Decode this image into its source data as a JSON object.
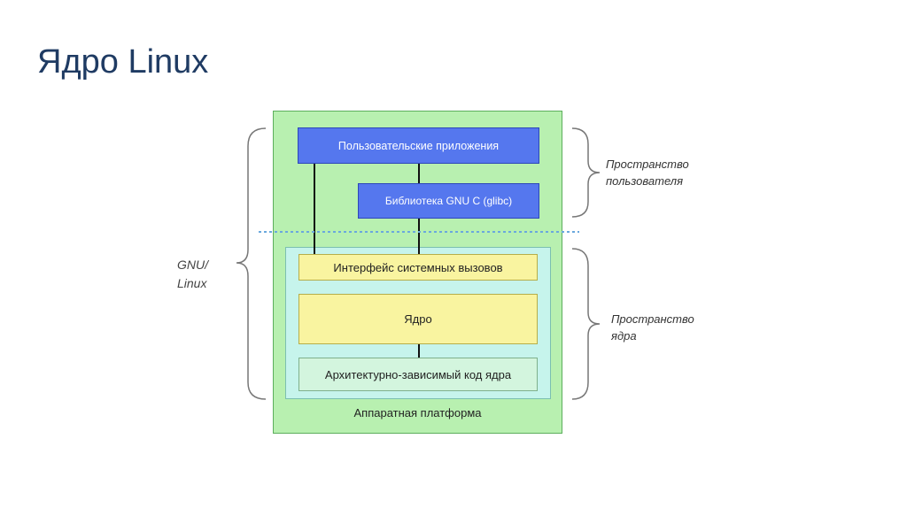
{
  "slide": {
    "title": "Ядро Linux"
  },
  "diagram": {
    "user_apps": "Пользовательские приложения",
    "glibc": "Библиотека GNU C (glibc)",
    "syscall_interface": "Интерфейс системных вызовов",
    "kernel": "Ядро",
    "arch_code": "Архитектурно-зависимый код ядра",
    "hardware_platform": "Аппаратная платформа",
    "gnu_linux": [
      "GNU/",
      "Linux"
    ],
    "user_space": [
      "Пространство",
      "пользователя"
    ],
    "kernel_space": [
      "Пространство",
      "ядра"
    ]
  },
  "colors": {
    "title": "#1f3b63",
    "platform": "#b8f0b0",
    "kernel_space": "#c6f4ec",
    "user_boxes": "#5577ee",
    "kernel_boxes": "#f9f4a0",
    "arch_box": "#d3f5de",
    "separator": "#6aa8dd"
  }
}
